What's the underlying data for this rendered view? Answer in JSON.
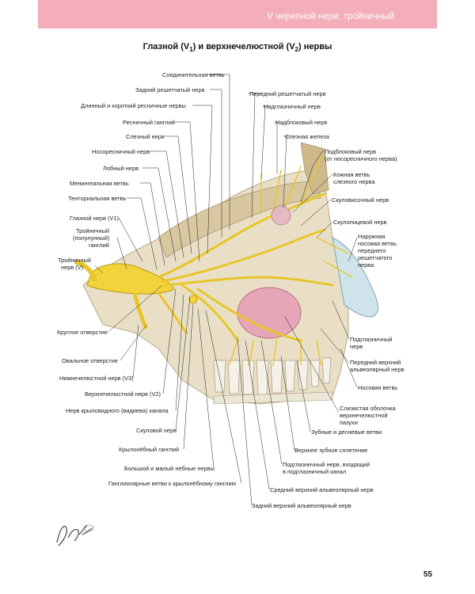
{
  "header": {
    "chapter_title": "V черепной нерв: тройничный"
  },
  "figure": {
    "title_main": "Глазной (V",
    "title_sub1": "1",
    "title_mid": ") и верхнечелюстной (V",
    "title_sub2": "2",
    "title_end": ") нервы"
  },
  "labels_left": [
    "Соединительная ветвь",
    "Задний решетчатый нерв",
    "Длинный и короткий ресничные нервы",
    "Ресничный ганглий",
    "Слезный нерв",
    "Носоресничный нерв",
    "Лобный нерв",
    "Менингеальная ветвь",
    "Тенториальная ветвь",
    "Глазной нерв (V1)",
    "Тройничный",
    "(полулунный)",
    "ганглий",
    "Тройничный",
    "нерв (V)",
    "Круглое отверстие",
    "Овальное отверстие",
    "Нижнечелюстной нерв (V3)",
    "Верхнечелюстной нерв (V2)",
    "Нерв крыловидного (видиева) канала",
    "Скуловой нерв",
    "Крылонёбный ганглий",
    "Большой и малый нёбные нервы",
    "Ганглионарные ветви к крылонёбному ганглию"
  ],
  "labels_right": [
    "Передний решетчатый нерв",
    "Надглазничный нерв",
    "Надблоковый нерв",
    "Слезная железа",
    "Подблоковый нерв",
    "(от носоресничного нерва)",
    "Кожная ветвь",
    "слезного нерва",
    "Скуловисочный нерв",
    "Скулолицевой нерв",
    "Наружная",
    "носовая ветвь",
    "переднего",
    "решетчатого",
    "нерва",
    "Подглазничный",
    "нерв",
    "Передний верхний",
    "альвеолярный нерв",
    "Носовая ветвь",
    "Слизистая оболочка",
    "верхнечелюстной",
    "пазухи",
    "Зубные и десневые ветви",
    "Верхнее зубное сплетение",
    "Подглазничный нерв, входящий",
    "в подглазничный канал",
    "Средний верхний альвеолярный нерв",
    "Задний верхний альвеолярный нерв"
  ],
  "page": {
    "number": "55"
  },
  "colors": {
    "header": "#f3aeb9",
    "nerve": "#f2d33b",
    "bone": "#e9dfc6",
    "leader": "#222222"
  }
}
